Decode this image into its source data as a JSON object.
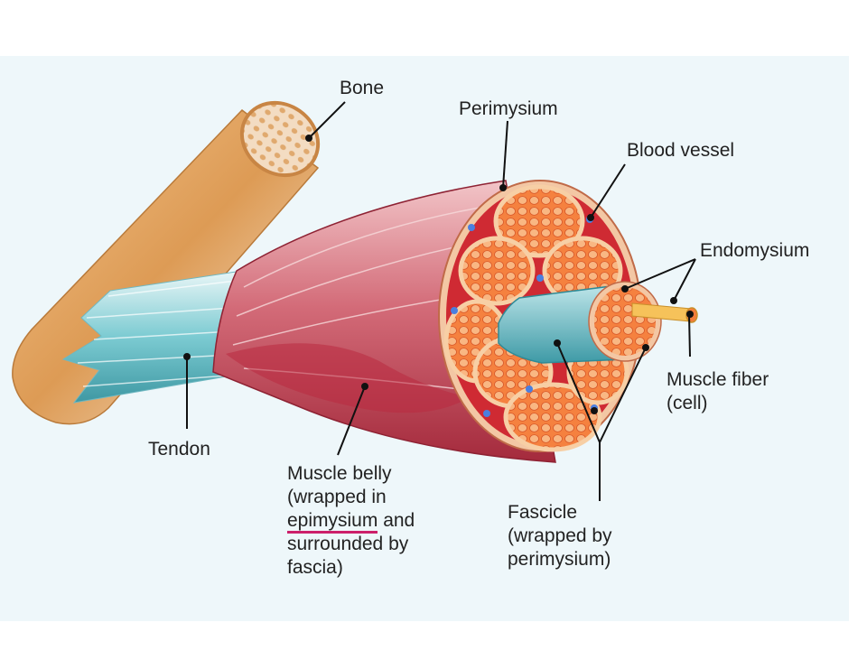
{
  "labels": {
    "bone": "Bone",
    "perimysium": "Perimysium",
    "blood_vessel": "Blood vessel",
    "endomysium": "Endomysium",
    "muscle_fiber": [
      "Muscle fiber",
      "(cell)"
    ],
    "tendon": "Tendon",
    "muscle_belly": {
      "line1": "Muscle belly",
      "line2": "(wrapped in",
      "line3_link": "epimysium",
      "line3_rest": " and",
      "line4": "surrounded by",
      "line5": "fascia)"
    },
    "fascicle": [
      "Fascicle",
      "(wrapped by",
      "perimysium)"
    ]
  },
  "colors": {
    "background": "#eef7fa",
    "bone": "#e0a35f",
    "muscle": "#c4455a",
    "tendon": "#5fb5bf",
    "fascicle_fill": "#f47a3c",
    "perimysium": "#f7cfa5",
    "blood_vessel": "#4a7fe0",
    "leader_lines": "#111111",
    "underline": "#cc1f6a"
  }
}
